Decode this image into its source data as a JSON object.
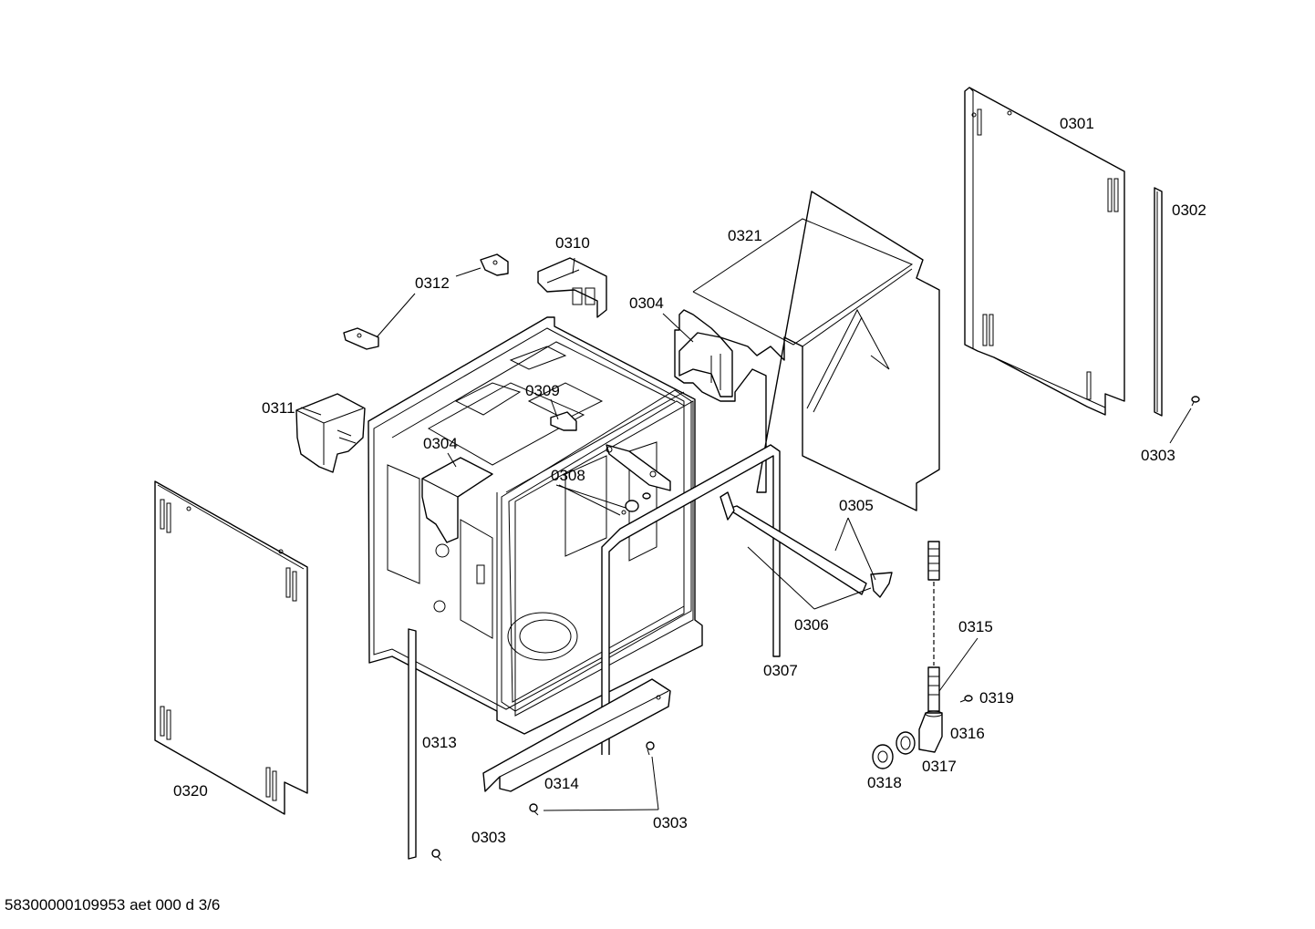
{
  "parts": [
    {
      "id": "p0301",
      "label": "0301"
    },
    {
      "id": "p0302",
      "label": "0302"
    },
    {
      "id": "p0303a",
      "label": "0303"
    },
    {
      "id": "p0303b",
      "label": "0303"
    },
    {
      "id": "p0303c",
      "label": "0303"
    },
    {
      "id": "p0304a",
      "label": "0304"
    },
    {
      "id": "p0304b",
      "label": "0304"
    },
    {
      "id": "p0305",
      "label": "0305"
    },
    {
      "id": "p0306",
      "label": "0306"
    },
    {
      "id": "p0307",
      "label": "0307"
    },
    {
      "id": "p0308",
      "label": "0308"
    },
    {
      "id": "p0309",
      "label": "0309"
    },
    {
      "id": "p0310",
      "label": "0310"
    },
    {
      "id": "p0311",
      "label": "0311"
    },
    {
      "id": "p0312",
      "label": "0312"
    },
    {
      "id": "p0313",
      "label": "0313"
    },
    {
      "id": "p0314",
      "label": "0314"
    },
    {
      "id": "p0315",
      "label": "0315"
    },
    {
      "id": "p0316",
      "label": "0316"
    },
    {
      "id": "p0317",
      "label": "0317"
    },
    {
      "id": "p0318",
      "label": "0318"
    },
    {
      "id": "p0319",
      "label": "0319"
    },
    {
      "id": "p0320",
      "label": "0320"
    },
    {
      "id": "p0321",
      "label": "0321"
    }
  ],
  "footer": "58300000109953 aet 000 d 3/6"
}
